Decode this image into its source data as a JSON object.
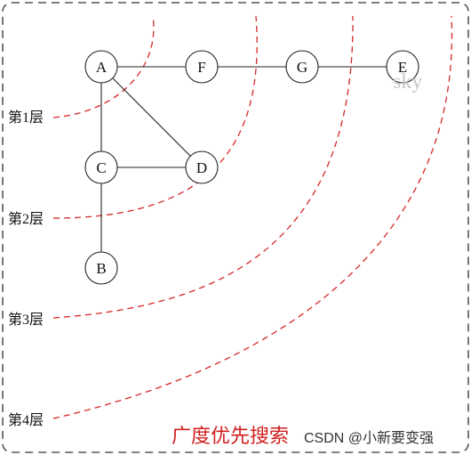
{
  "diagram": {
    "title": "广度优先搜索",
    "watermark": "CSDN @小新要变强",
    "faint_mark": "sky",
    "colors": {
      "frame": "#555555",
      "curves": "#d62728",
      "title": "#d21f1f",
      "edges": "#222222",
      "node_fill": "#ffffff",
      "node_stroke": "#222222"
    },
    "nodes": [
      {
        "id": "A",
        "label": "A"
      },
      {
        "id": "F",
        "label": "F"
      },
      {
        "id": "G",
        "label": "G"
      },
      {
        "id": "E",
        "label": "E"
      },
      {
        "id": "C",
        "label": "C"
      },
      {
        "id": "D",
        "label": "D"
      },
      {
        "id": "B",
        "label": "B"
      }
    ],
    "edges": [
      {
        "from": "A",
        "to": "F"
      },
      {
        "from": "F",
        "to": "G"
      },
      {
        "from": "G",
        "to": "E"
      },
      {
        "from": "A",
        "to": "C"
      },
      {
        "from": "A",
        "to": "D"
      },
      {
        "from": "C",
        "to": "D"
      },
      {
        "from": "C",
        "to": "B"
      }
    ],
    "layers": [
      {
        "label": "第1层"
      },
      {
        "label": "第2层"
      },
      {
        "label": "第3层"
      },
      {
        "label": "第4层"
      }
    ]
  }
}
